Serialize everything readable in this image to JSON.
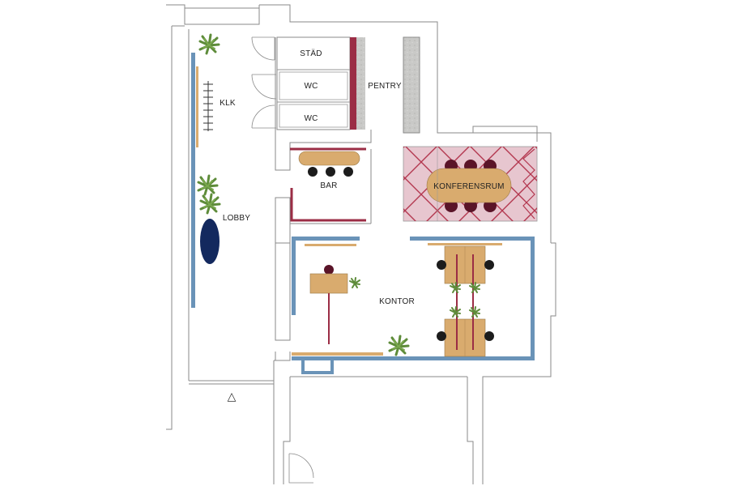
{
  "plan": {
    "rooms": {
      "stad": "STÄD",
      "wc1": "WC",
      "wc2": "WC",
      "pentry": "PENTRY",
      "klk": "KLK",
      "bar": "BAR",
      "konferensrum": "KONFERENSRUM",
      "lobby": "LOBBY",
      "kontor": "KONTOR"
    },
    "entrance_marker": "△"
  },
  "colors": {
    "wall": "#8a8a8a",
    "accent_blue": "#6a93b8",
    "accent_red": "#9b2d45",
    "wood": "#d9ab6e",
    "conference_fill": "#e7c6cf",
    "chair": "#5a1428",
    "office_chair": "#1c1c1c",
    "sofa": "#13295e",
    "plant": "#5e8c3a",
    "concrete": "#c9c9c7"
  }
}
